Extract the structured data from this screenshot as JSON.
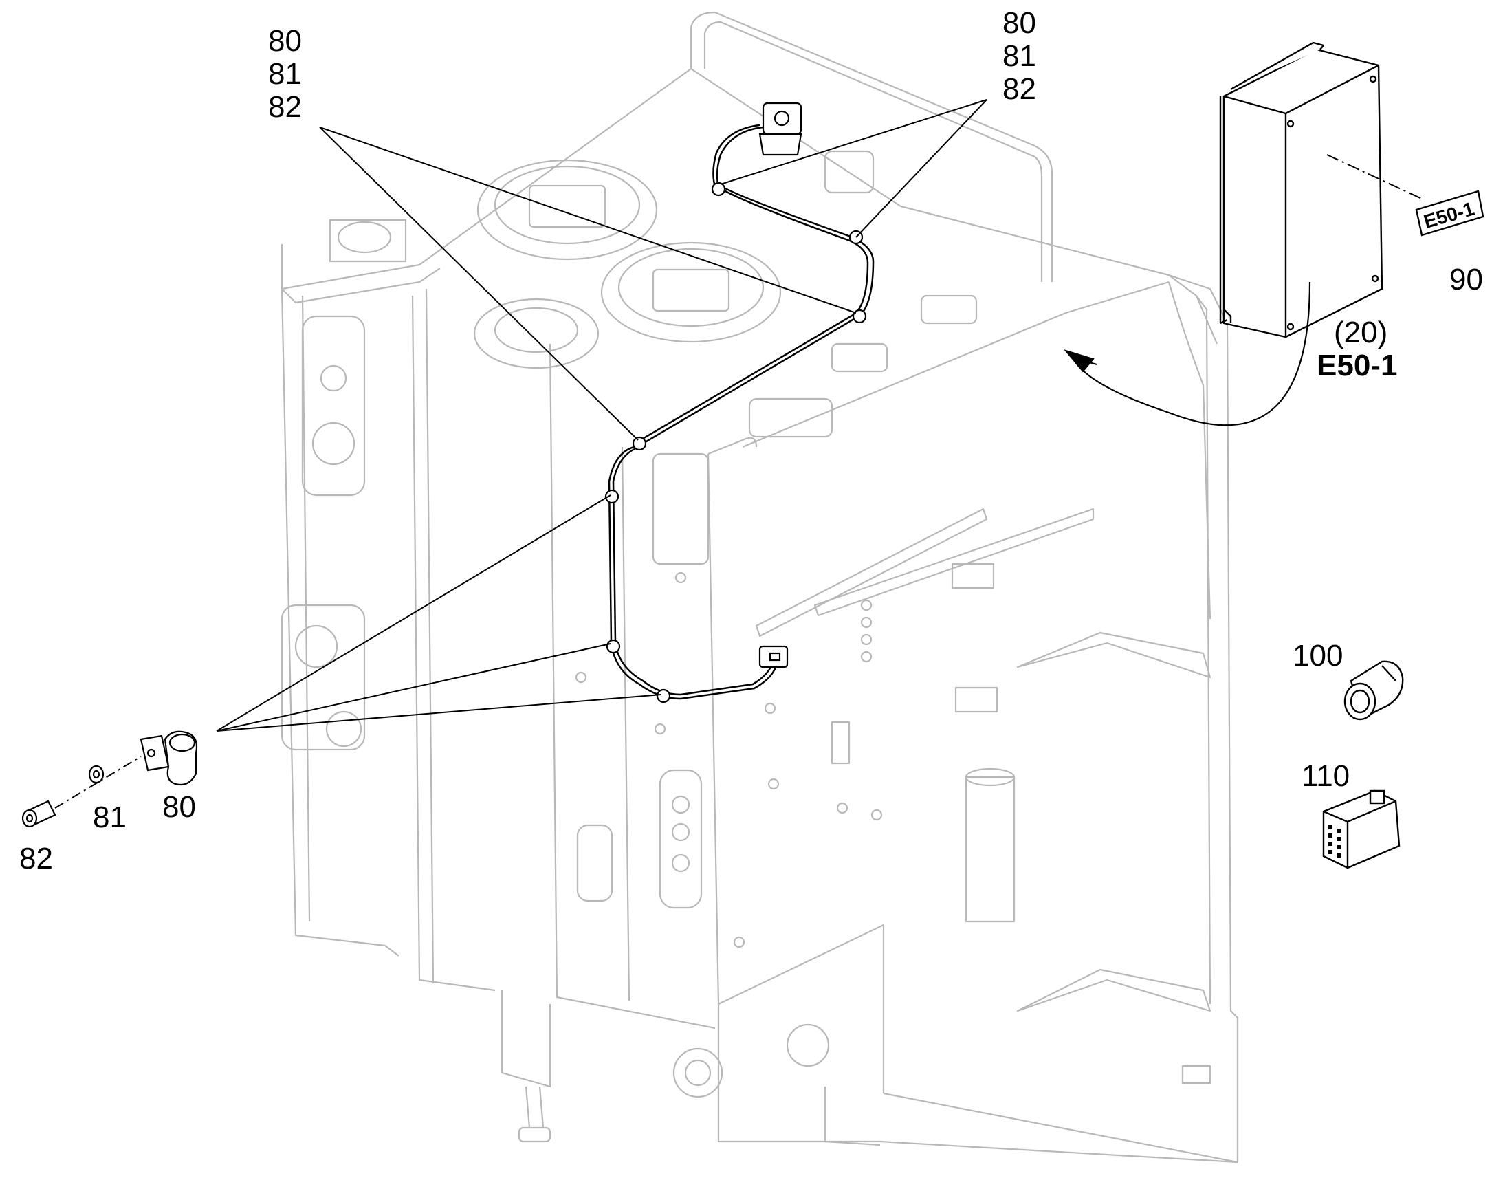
{
  "callouts": {
    "top_left_group": [
      "80",
      "81",
      "82"
    ],
    "top_right_group": [
      "80",
      "81",
      "82"
    ],
    "clamp": "80",
    "washer": "81",
    "bolt": "82",
    "connector_a": "100",
    "connector_b": "110",
    "module_ref": "(20)",
    "module_id": "E50-1",
    "decal_item": "90",
    "decal_text": "E50-1"
  },
  "colors": {
    "line": "#000000",
    "ghost": "#b8b8b8",
    "background": "#ffffff"
  }
}
